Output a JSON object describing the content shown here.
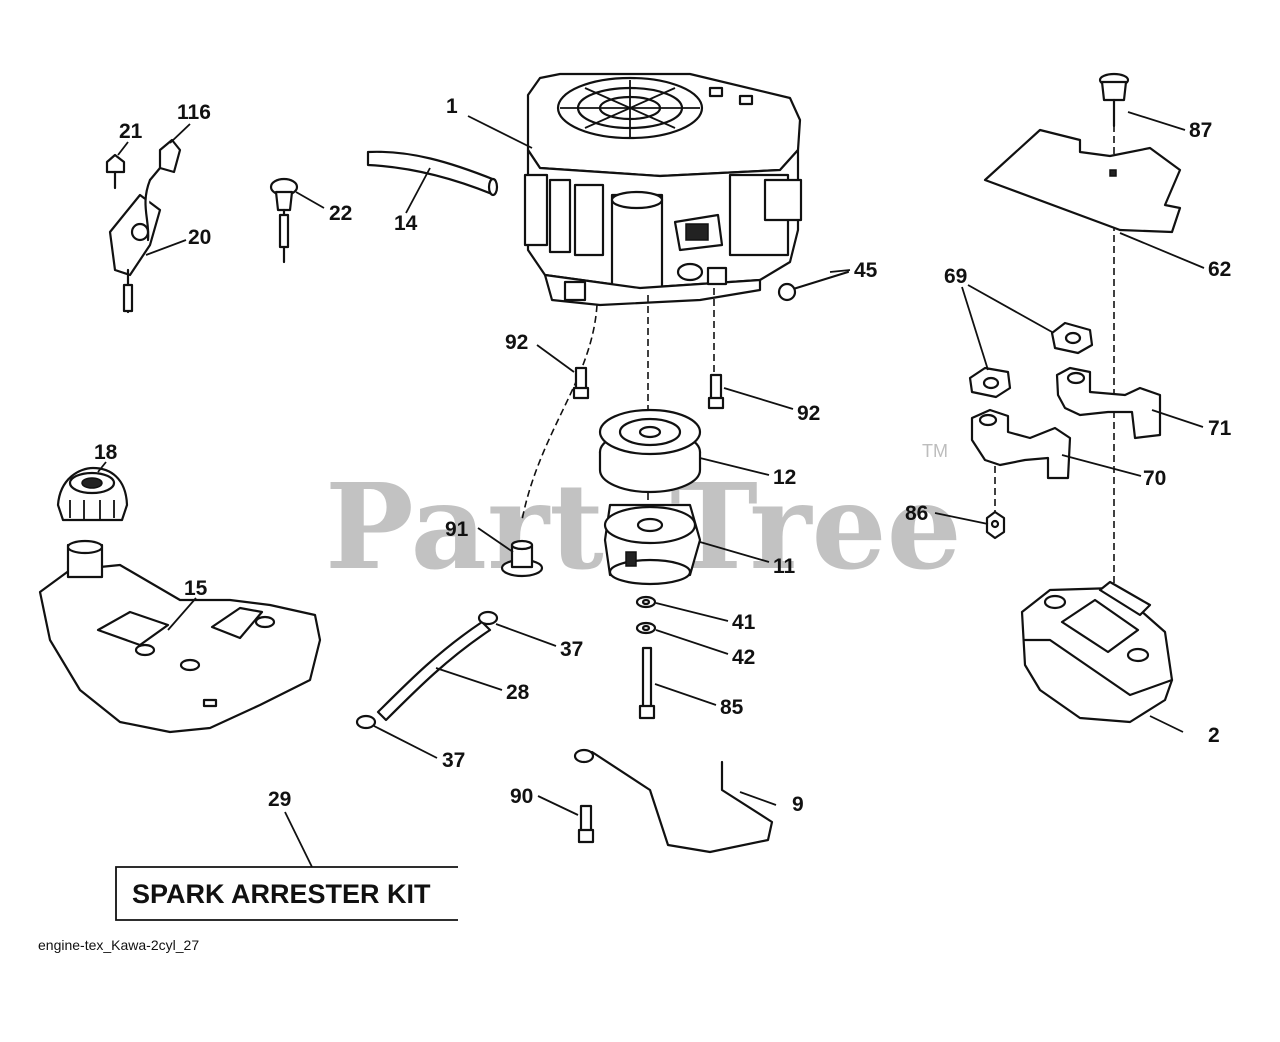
{
  "watermark": {
    "text": "PartsTree",
    "trademark": "TM"
  },
  "kit_box": {
    "label": "SPARK ARRESTER KIT"
  },
  "file_label": "engine-tex_Kawa-2cyl_27",
  "callouts": {
    "c1": "1",
    "c2": "2",
    "c9": "9",
    "c11": "11",
    "c12": "12",
    "c14": "14",
    "c15": "15",
    "c18": "18",
    "c20": "20",
    "c21": "21",
    "c22": "22",
    "c28": "28",
    "c29": "29",
    "c37a": "37",
    "c37b": "37",
    "c41": "41",
    "c42": "42",
    "c45": "45",
    "c62": "62",
    "c69": "69",
    "c70": "70",
    "c71": "71",
    "c85": "85",
    "c86": "86",
    "c87": "87",
    "c90": "90",
    "c91": "91",
    "c92a": "92",
    "c92b": "92",
    "c116": "116"
  }
}
